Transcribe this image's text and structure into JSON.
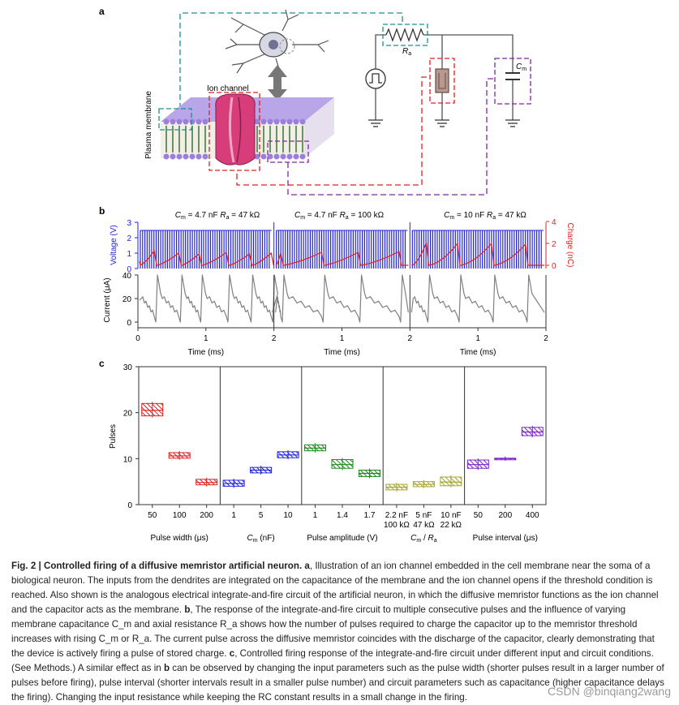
{
  "panel_a": {
    "label": "a",
    "membrane_label": "Plasma membrane",
    "ion_channel_label": "Ion channel",
    "resistor_label": "R",
    "resistor_sub": "a",
    "capacitor_label": "C",
    "capacitor_sub": "m"
  },
  "panel_b": {
    "label": "b",
    "subtitles": [
      {
        "c": "C",
        "csub": "m",
        "cval": " = 4.7 nF ",
        "r": "R",
        "rsub": "a",
        "rval": " = 47 kΩ"
      },
      {
        "c": "C",
        "csub": "m",
        "cval": " = 4.7 nF ",
        "r": "R",
        "rsub": "a",
        "rval": " = 100 kΩ"
      },
      {
        "c": "C",
        "csub": "m",
        "cval": " = 10 nF ",
        "r": "R",
        "rsub": "a",
        "rval": " = 47 kΩ"
      }
    ],
    "voltage_axis_label": "Voltage (V)",
    "charge_axis_label": "Charge (nC)",
    "current_axis_label": "Current (μA)",
    "time_axis_label": "Time (ms)",
    "voltage_ticks": [
      "0",
      "1",
      "2",
      "3"
    ],
    "charge_ticks": [
      "0",
      "2",
      "4"
    ],
    "current_ticks": [
      "0",
      "20",
      "40"
    ],
    "time_ticks": [
      "0",
      "1",
      "2"
    ],
    "voltage_color": "#2222dd",
    "charge_color": "#e02020",
    "current_color": "#808080"
  },
  "chart_data": {
    "type": "box",
    "panel_label": "c",
    "ylabel": "Pulses",
    "ylim": [
      0,
      30
    ],
    "yticks": [
      "0",
      "10",
      "20",
      "30"
    ],
    "groups": [
      {
        "xlabel": "Pulse width (μs)",
        "xlabel_parts": [
          "Pulse width (μs)"
        ],
        "color": "#e02020",
        "categories": [
          "50",
          "100",
          "200"
        ],
        "values": [
          20.5,
          10.6,
          4.8
        ],
        "ranges": [
          [
            19.3,
            22.0
          ],
          [
            10.1,
            11.3
          ],
          [
            4.3,
            5.5
          ]
        ]
      },
      {
        "xlabel": "C_m (nF)",
        "xlabel_parts": [
          "C",
          "m",
          " (nF)"
        ],
        "color": "#2222dd",
        "categories": [
          "1",
          "5",
          "10"
        ],
        "values": [
          4.6,
          7.5,
          10.8
        ],
        "ranges": [
          [
            4.0,
            5.3
          ],
          [
            6.9,
            8.1
          ],
          [
            10.2,
            11.5
          ]
        ]
      },
      {
        "xlabel": "Pulse amplitude (V)",
        "xlabel_parts": [
          "Pulse amplitude (V)"
        ],
        "color": "#1a8a1a",
        "categories": [
          "1",
          "1.4",
          "1.7"
        ],
        "values": [
          12.3,
          8.7,
          6.8
        ],
        "ranges": [
          [
            11.7,
            13.0
          ],
          [
            7.9,
            9.8
          ],
          [
            6.1,
            7.5
          ]
        ]
      },
      {
        "xlabel": "C_m / R_a",
        "xlabel_parts": [
          "C",
          "m",
          " / ",
          "R",
          "a"
        ],
        "color": "#a5a533",
        "categories": [
          "2.2 nF\n100 kΩ",
          "5 nF\n47 kΩ",
          "10 nF\n22 kΩ"
        ],
        "values": [
          3.8,
          4.4,
          4.9
        ],
        "ranges": [
          [
            3.2,
            4.4
          ],
          [
            3.9,
            5.0
          ],
          [
            4.1,
            6.0
          ]
        ]
      },
      {
        "xlabel": "Pulse interval (μs)",
        "xlabel_parts": [
          "Pulse interval (μs)"
        ],
        "color": "#7a22cc",
        "categories": [
          "50",
          "200",
          "400"
        ],
        "values": [
          8.7,
          10.0,
          15.8
        ],
        "ranges": [
          [
            7.9,
            9.7
          ],
          [
            9.9,
            10.1
          ],
          [
            15.0,
            16.8
          ]
        ]
      }
    ]
  },
  "caption": {
    "fig_label": "Fig. 2 | Controlled firing of a diffusive memristor artificial neuron.",
    "a_label": "a",
    "text_a": ", Illustration of an ion channel embedded in the cell membrane near the soma of a biological neuron. The inputs from the dendrites are integrated on the capacitance of the membrane and the ion channel opens if the threshold condition is reached. Also shown is the analogous electrical integrate-and-fire circuit of the artificial neuron, in which the diffusive memristor functions as the ion channel and the capacitor acts as the membrane. ",
    "b_label": "b",
    "text_b": ", The response of the integrate-and-fire circuit to multiple consecutive pulses and the influence of varying membrane capacitance C_m and axial resistance R_a shows how the number of pulses required to charge the capacitor up to the memristor threshold increases with rising C_m or R_a. The current pulse across the diffusive memristor coincides with the discharge of the capacitor, clearly demonstrating that the device is actively firing a pulse of stored charge. ",
    "c_label": "c",
    "text_c": ", Controlled firing response of the integrate-and-fire circuit under different input and circuit conditions. (See Methods.) A similar effect as in ",
    "b_ref": "b",
    "text_d": " can be observed by changing the input parameters such as the pulse width (shorter pulses result in a larger number of pulses before firing), pulse interval (shorter intervals result in a smaller pulse number) and circuit parameters such as capacitance (higher capacitance delays the firing). Changing the input resistance while keeping the RC constant results in a small change in the firing."
  },
  "watermark": "CSDN @binqiang2wang"
}
